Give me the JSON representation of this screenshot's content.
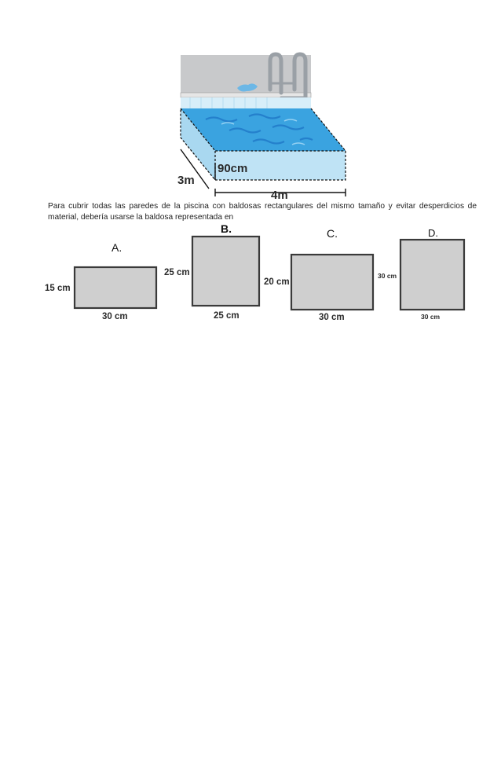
{
  "pool": {
    "labels": {
      "depth": "90cm",
      "width": "3m",
      "length": "4m"
    },
    "colors": {
      "water_top": "#3aa3e0",
      "water_side": "#bfe3f5",
      "wall": "#c8c9cb"
    }
  },
  "question": {
    "text_line1": "Para cubrir todas las paredes de la piscina con baldosas rectangulares del mismo tamaño y evitar desperdicios de",
    "text_line2": "material, debería usarse la baldosa representada en"
  },
  "options": [
    {
      "letter": "A.",
      "height_label": "15 cm",
      "width_label": "30 cm"
    },
    {
      "letter": "B.",
      "height_label": "25 cm",
      "width_label": "25 cm"
    },
    {
      "letter": "C.",
      "height_label": "20 cm",
      "width_label": "30 cm"
    },
    {
      "letter": "D.",
      "height_label": "30 cm",
      "width_label": "30 cm"
    }
  ],
  "colors": {
    "tile_fill": "#cfcfcf",
    "tile_stroke": "#3a3a3a"
  }
}
